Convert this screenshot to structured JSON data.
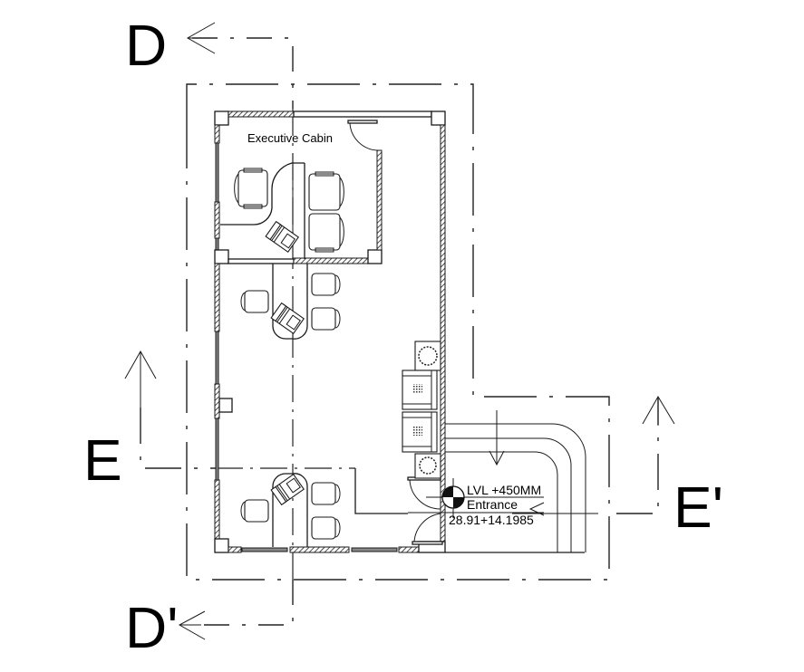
{
  "drawing": {
    "type": "architectural floor plan",
    "room_labels": {
      "executive_cabin": "Executive Cabin"
    },
    "section_markers": {
      "top_left": "D",
      "bottom_left": "D'",
      "left": "E",
      "right": "E'"
    },
    "level_marker": {
      "level": "LVL +450MM",
      "name": "Entrance",
      "coordinates": "28.91+14.1985"
    },
    "furniture": {
      "executive_cabin": {
        "chairs": 3,
        "workstation_chairs": 1
      },
      "open_office_upper": {
        "chairs": 3,
        "workstation_chairs": 1
      },
      "open_office_lower": {
        "chairs": 3,
        "workstation_chairs": 1
      },
      "reception": {
        "sofa_seats": 2,
        "planters": 2
      }
    },
    "colors": {
      "line": "#1a1a1a",
      "background": "#ffffff"
    }
  }
}
